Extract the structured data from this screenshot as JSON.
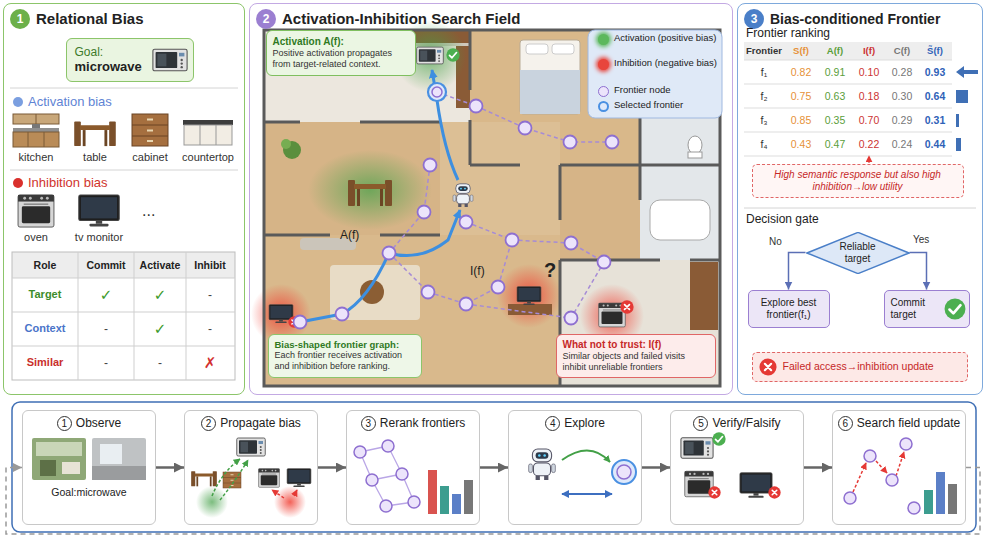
{
  "diagram": {
    "nodes": [
      {
        "text": [
          "1",
          "Relational Bias"
        ]
      },
      {
        "text": [
          "Goal:",
          "microwave"
        ],
        "in": 0
      },
      {
        "text": [
          "2",
          "Activation-Inhibition Search Field"
        ]
      },
      {
        "text": [
          "Activation A(f):",
          "Positive activation propagates from target-related context."
        ],
        "in": 2
      },
      {
        "text": [
          "Bias-shaped frontier graph:",
          "Each frontier receives activation and inhibition before ranking."
        ],
        "in": 2
      },
      {
        "text": [
          "What not to trust: I(f)",
          "Similar objects and failed visits inhibit unreliable frontiers"
        ],
        "in": 2
      },
      {
        "text": [
          "3",
          "Bias-conditioned Frontier"
        ]
      },
      {
        "text": [
          "High semantic response but also high inhibition→low utility"
        ],
        "in": 6
      },
      {
        "text": [
          "Reliable target"
        ],
        "in": 6
      },
      {
        "text": [
          "Explore best frontier(f₁)"
        ],
        "in": 6
      },
      {
        "text": [
          "Commit target"
        ],
        "in": 6
      },
      {
        "text": [
          "Failed access→inhibition update"
        ],
        "in": 6
      },
      {
        "text": [
          "1",
          "Observe"
        ]
      },
      {
        "text": [
          "2",
          "Propagate bias"
        ]
      },
      {
        "text": [
          "3",
          "Rerank frontiers"
        ]
      },
      {
        "text": [
          "4",
          "Explore"
        ]
      },
      {
        "text": [
          "5",
          "Verify/Falsify"
        ]
      },
      {
        "text": [
          "6",
          "Search field update"
        ]
      }
    ],
    "edges": [
      {
        "from": 8,
        "to": 9,
        "label": "No",
        "arrow": "to"
      },
      {
        "from": 8,
        "to": 10,
        "label": "Yes",
        "arrow": "to"
      },
      {
        "from": 12,
        "to": 13,
        "arrow": "to"
      },
      {
        "from": 13,
        "to": 14,
        "arrow": "to"
      },
      {
        "from": 14,
        "to": 15,
        "arrow": "to"
      },
      {
        "from": 15,
        "to": 16,
        "arrow": "to"
      },
      {
        "from": 16,
        "to": 17,
        "arrow": "to"
      },
      {
        "from": 17,
        "to": 12,
        "arrow": "to"
      }
    ],
    "labels": [
      "Activation bias",
      "kitchen",
      "table",
      "cabinet",
      "countertop",
      "Inhibition bias",
      "oven",
      "tv monitor",
      "...",
      "Role",
      "Commit",
      "Activate",
      "Inhibit",
      "Target",
      "✓",
      "✓",
      "-",
      "Context",
      "-",
      "✓",
      "-",
      "Similar",
      "-",
      "-",
      "✗",
      "A(f)",
      "I(f)",
      "?",
      "Frontier ranking",
      "Frontier",
      "S(f)",
      "A(f)",
      "I(f)",
      "C(f)",
      "S̃(f)",
      "f₁",
      "0.82",
      "0.91",
      "0.10",
      "0.28",
      "0.93",
      "f₂",
      "0.75",
      "0.63",
      "0.18",
      "0.30",
      "0.64",
      "f₃",
      "0.85",
      "0.35",
      "0.70",
      "0.29",
      "0.31",
      "f₄",
      "0.43",
      "0.47",
      "0.22",
      "0.24",
      "0.44",
      "Decision gate",
      "Goal:microwave"
    ],
    "legend": [
      {
        "text": "Activation (positive bias)",
        "color": "#5cb85c"
      },
      {
        "text": "Inhibition (negative bias)",
        "color": "#e8453c"
      },
      {
        "text": "Frontier node"
      },
      {
        "text": "Selected frontier"
      }
    ]
  }
}
